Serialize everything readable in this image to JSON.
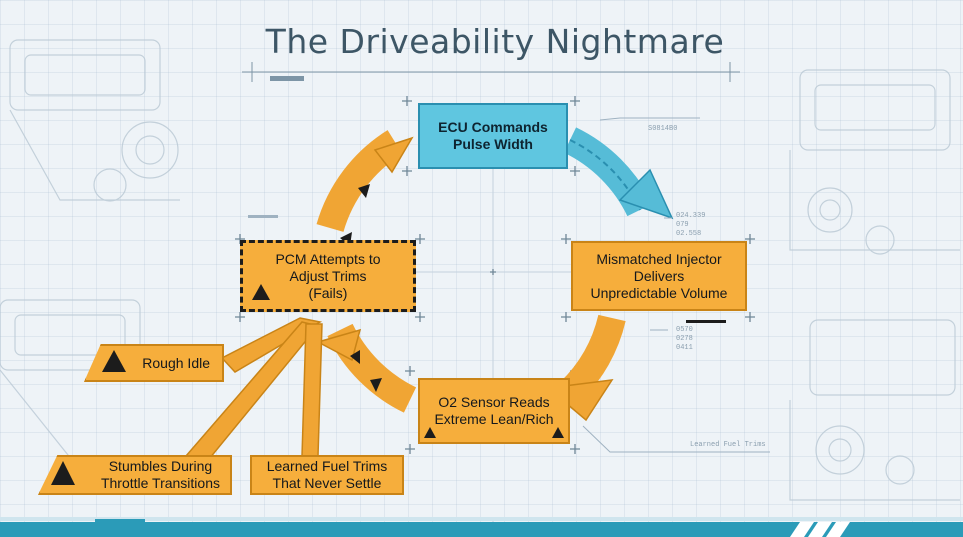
{
  "title": "The Driveability Nightmare",
  "nodes": {
    "ecu": "ECU Commands\nPulse Width",
    "injector": "Mismatched Injector\nDelivers\nUnpredictable Volume",
    "o2": "O2 Sensor Reads\nExtreme Lean/Rich",
    "pcm": "PCM Attempts to\nAdjust Trims\n(Fails)"
  },
  "symptoms": {
    "rough_idle": "Rough Idle",
    "stumbles": "Stumbles During\nThrottle Transitions",
    "trims": "Learned Fuel Trims\nThat Never Settle"
  },
  "annotations": {
    "ref_code": "S0814B0",
    "readout_a": [
      "024.339",
      "079",
      "02.558"
    ],
    "readout_b": [
      "0570",
      "0278",
      "0411"
    ],
    "learned_fuel_trims": "Learned Fuel Trims"
  },
  "colors": {
    "orange": "#f6ae3c",
    "blue": "#5fc6e0",
    "title": "#3d5666"
  },
  "icons": [
    "warning-icon",
    "hazard-stripe",
    "engine-sketch"
  ]
}
